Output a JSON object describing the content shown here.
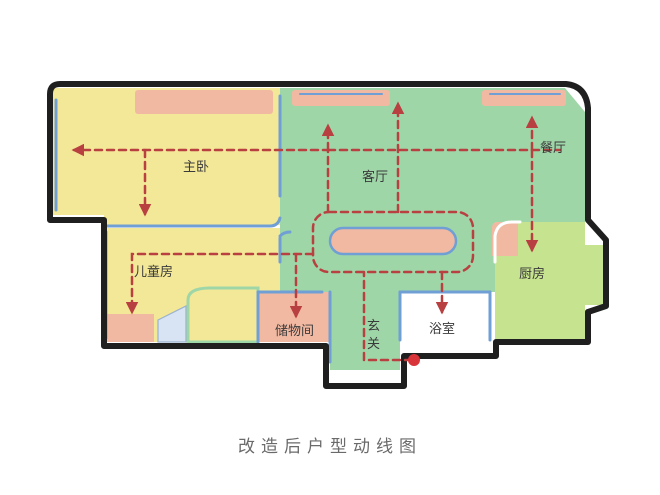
{
  "rooms": {
    "master_bedroom": "主卧",
    "living_room": "客厅",
    "dining_room": "餐厅",
    "kids_room": "儿童房",
    "kitchen": "厨房",
    "storage": "储物间",
    "entrance_1": "玄",
    "entrance_2": "关",
    "bathroom": "浴室"
  },
  "caption": "改造后户型动线图",
  "colors": {
    "bedroom_yellow": "#f3e897",
    "living_green": "#9fd6a8",
    "kitchen_green": "#c6e38f",
    "furniture_pink": "#f2b9a2",
    "wall_dark": "#1f1f1f",
    "window_blue": "#6f9fd4",
    "route_red": "#b84040",
    "entry_dot": "#d9343a"
  }
}
